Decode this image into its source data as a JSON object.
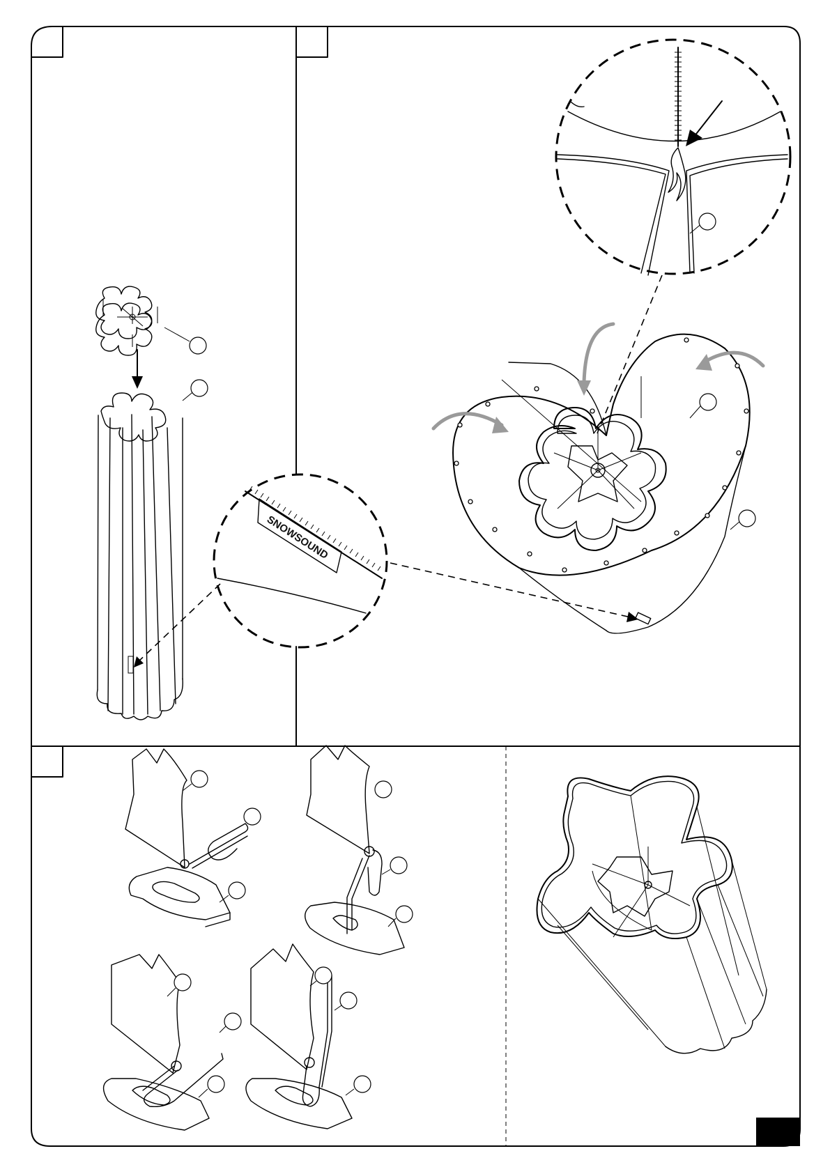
{
  "figure": {
    "type": "assembly-instruction-sheet",
    "panels": [
      {
        "id": "top-left",
        "step_number": "",
        "description_icons": [
          "ring-insert",
          "fabric-tube"
        ]
      },
      {
        "id": "top-right",
        "step_number": "",
        "description_icons": [
          "fabric-wrap",
          "zipper-detail"
        ]
      },
      {
        "id": "bottom",
        "step_number": "",
        "description_icons": [
          "hook-attachment-sequence",
          "finished-column"
        ]
      }
    ],
    "label_tag_text": "SNOWSOUND",
    "page_number": "",
    "colors": {
      "line": "#000000",
      "paper": "#ffffff",
      "motion_arrow": "#9a9a9a",
      "page_tab": "#000000"
    }
  }
}
